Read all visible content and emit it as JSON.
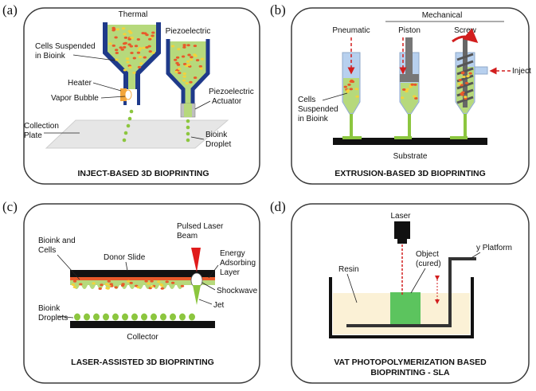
{
  "colors": {
    "bioink_green": "#b6d97c",
    "droplet_green": "#8cc63f",
    "cell_red": "#e85a2a",
    "cell_yellow": "#f3d23b",
    "nozzle_blue": "#1f3a8a",
    "syringe_blue": "#b7d0ee",
    "arrow_red": "#d21e1e",
    "resin": "#fbf1d6",
    "object_green": "#5cc45e"
  },
  "panel_a": {
    "tag": "(a)",
    "thermal": "Thermal",
    "piezoelectric": "Piezoelectric",
    "cells_line1": "Cells Suspended",
    "cells_line2": "in Bioink",
    "heater": "Heater",
    "vapor_bubble": "Vapor Bubble",
    "collection_line1": "Collection",
    "collection_line2": "Plate",
    "piezo_line1": "Piezoelectric",
    "piezo_line2": "Actuator",
    "droplet_line1": "Bioink",
    "droplet_line2": "Droplet",
    "caption": "INJECT-BASED 3D BIOPRINTING"
  },
  "panel_b": {
    "tag": "(b)",
    "mechanical": "Mechanical",
    "pneumatic": "Pneumatic",
    "piston": "Piston",
    "screw": "Screw",
    "inject": "Inject",
    "cells_line1": "Cells",
    "cells_line2": "Suspended",
    "cells_line3": "in Bioink",
    "substrate": "Substrate",
    "caption": "EXTRUSION-BASED 3D BIOPRINTING"
  },
  "panel_c": {
    "tag": "(c)",
    "pulsed_line1": "Pulsed Laser",
    "pulsed_line2": "Beam",
    "bioink_cells_line1": "Bioink and",
    "bioink_cells_line2": "Cells",
    "donor_slide": "Donor Slide",
    "energy_line1": "Energy",
    "energy_line2": "Adsorbing",
    "energy_line3": "Layer",
    "shockwave": "Shockwave",
    "jet": "Jet",
    "droplets_line1": "Bioink",
    "droplets_line2": "Droplets",
    "collector": "Collector",
    "caption": "LASER-ASSISTED 3D BIOPRINTING"
  },
  "panel_d": {
    "tag": "(d)",
    "laser": "Laser",
    "platform": "y Platform",
    "resin": "Resin",
    "object_line1": "Object",
    "object_line2": "(cured)",
    "caption_line1": "VAT PHOTOPOLYMERIZATION BASED",
    "caption_line2": "BIOPRINTING - SLA"
  }
}
